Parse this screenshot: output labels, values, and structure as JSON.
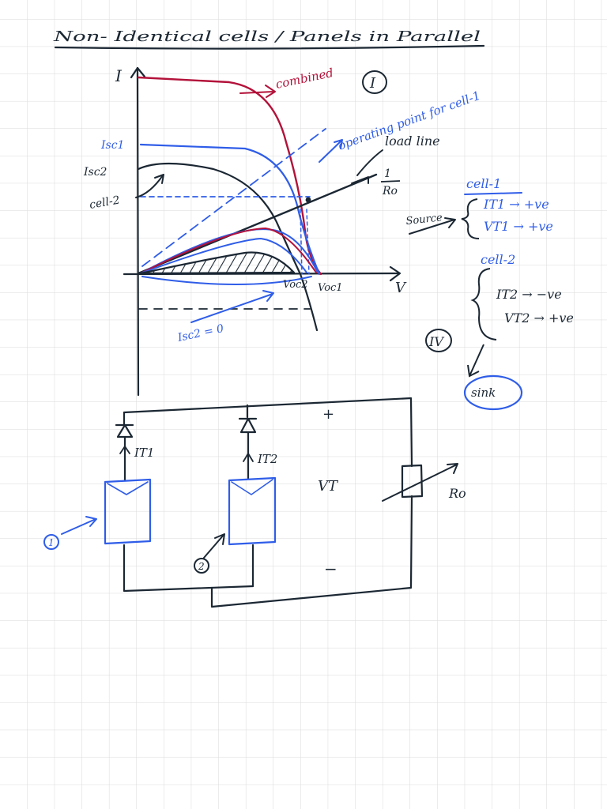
{
  "colors": {
    "grid": "#d9d9d9",
    "dark_ink": "#1b2733",
    "blue_ink": "#2f5de8",
    "red_ink": "#b3123a"
  },
  "title": "Non- Identical cells / Panels in Parallel",
  "graph": {
    "axis_i": "I",
    "axis_v": "V",
    "combined": "combined",
    "quadrant_1": "I",
    "quadrant_4": "IV",
    "operating_point": "operating point for cell-1",
    "load_line": "load line",
    "slope": "1",
    "slope_den": "Ro",
    "isc1": "Isc1",
    "isc2": "Isc2",
    "cell2": "cell-2",
    "voc2": "Voc2",
    "voc1": "Voc1",
    "isc2_zero": "Isc2 = 0"
  },
  "notes": {
    "cell1_heading": "cell-1",
    "source": "Source",
    "it1": "IT1 → +ve",
    "vt1": "VT1 → +ve",
    "cell2_heading": "cell-2",
    "it2": "IT2 → −ve",
    "vt2": "VT2 → +ve",
    "sink": "sink"
  },
  "circuit": {
    "it1": "IT1",
    "it2": "IT2",
    "plus": "+",
    "minus": "−",
    "vt": "VT",
    "ro": "Ro",
    "cell1_tag": "1",
    "cell2_tag": "2"
  }
}
